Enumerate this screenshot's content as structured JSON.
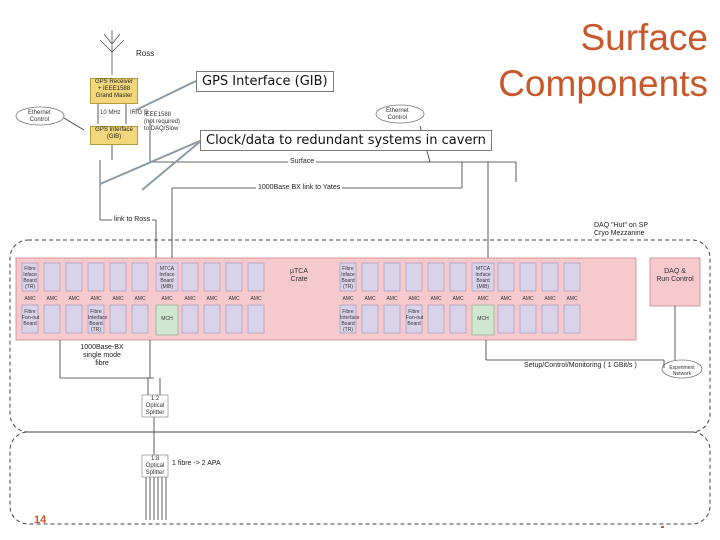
{
  "title": {
    "line1": "Surface",
    "line2": "Components"
  },
  "callouts": {
    "gib": "GPS Interface (GIB)",
    "clock": "Clock/data to redundant systems in cavern"
  },
  "labels": {
    "ross_top": "Ross",
    "gps_receiver": [
      "GPS Receiver",
      "+ IEEE1588",
      "Grand Master"
    ],
    "ethernet_control": [
      "Ethernet",
      "Control"
    ],
    "ten_mhz": "10 MHz",
    "irig_b": "IRIG B",
    "gps_interface": [
      "GPS Interface",
      "(GIB)"
    ],
    "ieee_link": [
      "IEEE1588",
      "(not required)",
      "to DAQ/Slow"
    ],
    "ethernet_control_right": [
      "Ethernet",
      "Control"
    ],
    "surface": "Surface",
    "base_bx_yates": "1000Base BX link to Yates",
    "link_ross": "link to Ross",
    "daq_hut": [
      "DAQ \"Hut\" on SP",
      "Cryo Mezzanine"
    ],
    "utca_crate": [
      "µTCA",
      "Crate"
    ],
    "daq_run_control": [
      "DAQ &",
      "Run Control"
    ],
    "base_bx_single": [
      "1000Base-BX",
      "single mode",
      "fibre"
    ],
    "setup_control": "Setup/Control/Monitoring  ( 1 GBit/s )",
    "experiment_network": [
      "Experiment",
      "Network"
    ],
    "splitter_12": [
      "1:2",
      "Optical",
      "Splitter"
    ],
    "splitter_18": [
      "1:8",
      "Optical",
      "Splitter"
    ],
    "fibre_apa": "1 fibre -> 2 APA",
    "fanout_left": [
      "Fibre",
      "Inface",
      "Board",
      "(TR)"
    ],
    "fanout_right": [
      "Fibre",
      "Inface",
      "Board",
      "(TR)"
    ],
    "mtca_left": [
      "MTCA",
      "Inrface",
      "Board",
      "(MIB)"
    ],
    "mtca_right": [
      "MTCA",
      "Inrface",
      "Board",
      "(MIB)"
    ],
    "amc": "AMC",
    "mch": "MCH",
    "fibre_fanout": [
      "Fibre",
      "Fan-out",
      "Board"
    ],
    "fibre_fanout_left_a": [
      "Fibre",
      "Fan-out",
      "Board"
    ],
    "fibre_fanout_left_b": [
      "Fibre",
      "Interface",
      "Board",
      "(TR)"
    ],
    "fibre_fanout_right_a": [
      "Fibre",
      "Interface",
      "Board",
      "(TR)"
    ],
    "fibre_fanout_right_b": [
      "Fibre",
      "Fan-out",
      "Board"
    ]
  },
  "page_number": "14",
  "colors": {
    "accent": "#c8582a",
    "crate": "#f6c9cd",
    "card": "#d9d3ea",
    "mch": "#cfe6cf",
    "gps_box": "#f3d77c"
  }
}
